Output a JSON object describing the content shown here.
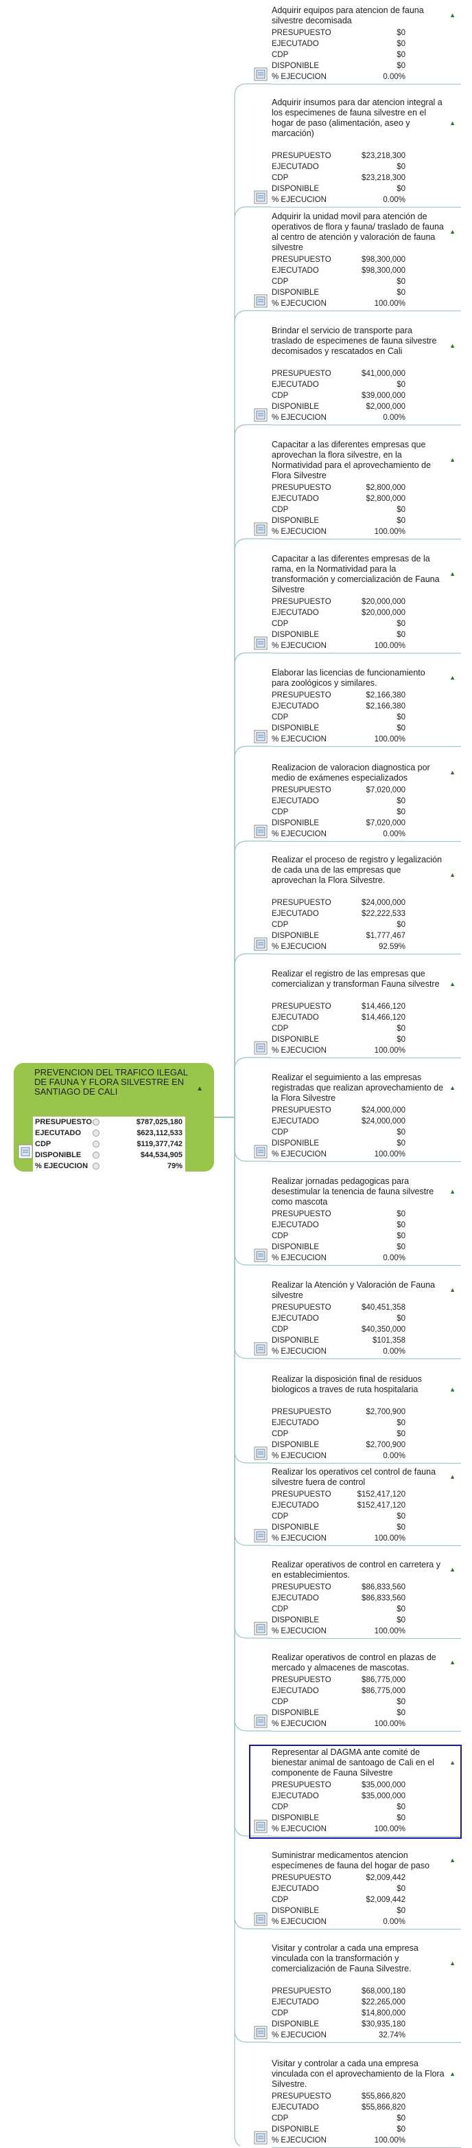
{
  "root": {
    "title": "PREVENCION DEL TRAFICO ILEGAL DE FAUNA Y FLORA SILVESTRE EN  SANTIAGO DE CALI",
    "metrics": [
      {
        "label": "PRESUPUESTO",
        "value": "$787,025,180"
      },
      {
        "label": "EJECUTADO",
        "value": "$623,112,533"
      },
      {
        "label": "CDP",
        "value": "$119,377,742"
      },
      {
        "label": "DISPONIBLE",
        "value": "$44,534,905"
      },
      {
        "label": "% EJECUCION",
        "value": "79%"
      }
    ]
  },
  "labels": {
    "presupuesto": "PRESUPUESTO",
    "ejecutado": "EJECUTADO",
    "cdp": "CDP",
    "disponible": "DISPONIBLE",
    "ejecucion": "% EJECUCION"
  },
  "nodes": [
    {
      "title": "Adquirir  equipos para  atencion de fauna silvestre decomisada",
      "presupuesto": "$0",
      "ejecutado": "$0",
      "cdp": "$0",
      "disponible": "$0",
      "ejecucion": "0.00%"
    },
    {
      "title": "Adquirir  insumos para dar atencion integral a los especimenes de fauna silvestre en el hogar de paso (alimentación, aseo y marcación)",
      "presupuesto": "$23,218,300",
      "ejecutado": "$0",
      "cdp": "$23,218,300",
      "disponible": "$0",
      "ejecucion": "0.00%"
    },
    {
      "title": "Adquirir la unidad  movil para atención de operativos de flora y  fauna/ traslado  de fauna  al  centro de atención y valoración de  fauna  silvestre",
      "presupuesto": "$98,300,000",
      "ejecutado": "$98,300,000",
      "cdp": "$0",
      "disponible": "$0",
      "ejecucion": "100.00%"
    },
    {
      "title": "Brindar el servicio de transporte para traslado de especimenes de fauna silvestre decomisados y rescatados en Cali",
      "presupuesto": "$41,000,000",
      "ejecutado": "$0",
      "cdp": "$39,000,000",
      "disponible": "$2,000,000",
      "ejecucion": "0.00%"
    },
    {
      "title": "Capacitar a las diferentes empresas  que aprovechan la flora silvestre,  en la Normatividad para el  aprovechamiento de Flora Silvestre",
      "presupuesto": "$2,800,000",
      "ejecutado": "$2,800,000",
      "cdp": "$0",
      "disponible": "$0",
      "ejecucion": "100.00%"
    },
    {
      "title": "Capacitar a las diferentes empresas de la rama,  en la Normatividad para la transformación y comercialización de Fauna Silvestre",
      "presupuesto": "$20,000,000",
      "ejecutado": "$20,000,000",
      "cdp": "$0",
      "disponible": "$0",
      "ejecucion": "100.00%"
    },
    {
      "title": "Elaborar las licencias de funcionamiento para zoológicos y similares.",
      "presupuesto": "$2,166,380",
      "ejecutado": "$2,166,380",
      "cdp": "$0",
      "disponible": "$0",
      "ejecucion": "100.00%"
    },
    {
      "title": "Realizacion de valoracion  diagnostica por medio de  exámenes especializados",
      "presupuesto": "$7,020,000",
      "ejecutado": "$0",
      "cdp": "$0",
      "disponible": "$7,020,000",
      "ejecucion": "0.00%"
    },
    {
      "title": "Realizar el proceso de registro y legalización de cada una de las empresas que aprovechan la Flora Silvestre.",
      "presupuesto": "$24,000,000",
      "ejecutado": "$22,222,533",
      "cdp": "$0",
      "disponible": "$1,777,467",
      "ejecucion": "92.59%"
    },
    {
      "title": "Realizar el registro  de las empresas que comercializan y transforman  Fauna silvestre",
      "presupuesto": "$14,466,120",
      "ejecutado": "$14,466,120",
      "cdp": "$0",
      "disponible": "$0",
      "ejecucion": "100.00%"
    },
    {
      "title": "Realizar el seguimiento a  las empresas registradas que  realizan aprovechamiento de la Flora Silvestre",
      "presupuesto": "$24,000,000",
      "ejecutado": "$24,000,000",
      "cdp": "$0",
      "disponible": "$0",
      "ejecucion": "100.00%"
    },
    {
      "title": "Realizar jornadas pedagogicas para desestimular  la  tenencia de fauna silvestre como mascota",
      "presupuesto": "$0",
      "ejecutado": "$0",
      "cdp": "$0",
      "disponible": "$0",
      "ejecucion": "0.00%"
    },
    {
      "title": "Realizar la Atención y Valoración de Fauna silvestre",
      "presupuesto": "$40,451,358",
      "ejecutado": "$0",
      "cdp": "$40,350,000",
      "disponible": "$101,358",
      "ejecucion": "0.00%"
    },
    {
      "title": "Realizar la disposición final de residuos biologicos a traves de ruta hospitalaria",
      "presupuesto": "$2,700,900",
      "ejecutado": "$0",
      "cdp": "$0",
      "disponible": "$2,700,900",
      "ejecucion": "0.00%"
    },
    {
      "title": "Realizar los operativos  cel control  de fauna silvestre fuera de control",
      "presupuesto": "$152,417,120",
      "ejecutado": "$152,417,120",
      "cdp": "$0",
      "disponible": "$0",
      "ejecucion": "100.00%"
    },
    {
      "title": "Realizar operativos de control en carretera y en establecimientos.",
      "presupuesto": "$86,833,560",
      "ejecutado": "$86,833,560",
      "cdp": "$0",
      "disponible": "$0",
      "ejecucion": "100.00%"
    },
    {
      "title": "Realizar operativos de control en plazas de mercado y almacenes de mascotas.",
      "presupuesto": "$86,775,000",
      "ejecutado": "$86,775,000",
      "cdp": "$0",
      "disponible": "$0",
      "ejecucion": "100.00%"
    },
    {
      "title": "Representar al DAGMA ante  comité de bienestar animal de santoago de Cali en el componente de Fauna Silvestre",
      "presupuesto": "$35,000,000",
      "ejecutado": "$35,000,000",
      "cdp": "$0",
      "disponible": "$0",
      "ejecucion": "100.00%"
    },
    {
      "title": "Suministrar medicamentos  atencion especímenes de fauna  del hogar de paso",
      "presupuesto": "$2,009,442",
      "ejecutado": "$0",
      "cdp": "$2,009,442",
      "disponible": "$0",
      "ejecucion": "0.00%"
    },
    {
      "title": "Visitar y controlar  a cada una empresa vinculada con la transformación y comercialización de Fauna Silvestre.",
      "presupuesto": "$68,000,180",
      "ejecutado": "$22,265,000",
      "cdp": "$14,800,000",
      "disponible": "$30,935,180",
      "ejecucion": "32.74%"
    },
    {
      "title": "Visitar y controlar a cada una empresa vinculada con el aprovechamiento de la Flora Silvestre.",
      "presupuesto": "$55,866,820",
      "ejecutado": "$55,866,820",
      "cdp": "$0",
      "disponible": "$0",
      "ejecucion": "100.00%"
    }
  ],
  "colors": {
    "root": "#99c64a",
    "connector": "#9bc7c2",
    "selected": "#1a1aa0",
    "arrow": "#2a6e2a"
  },
  "icons": {
    "collapse": "triangle-up-icon",
    "note": "note-icon"
  }
}
